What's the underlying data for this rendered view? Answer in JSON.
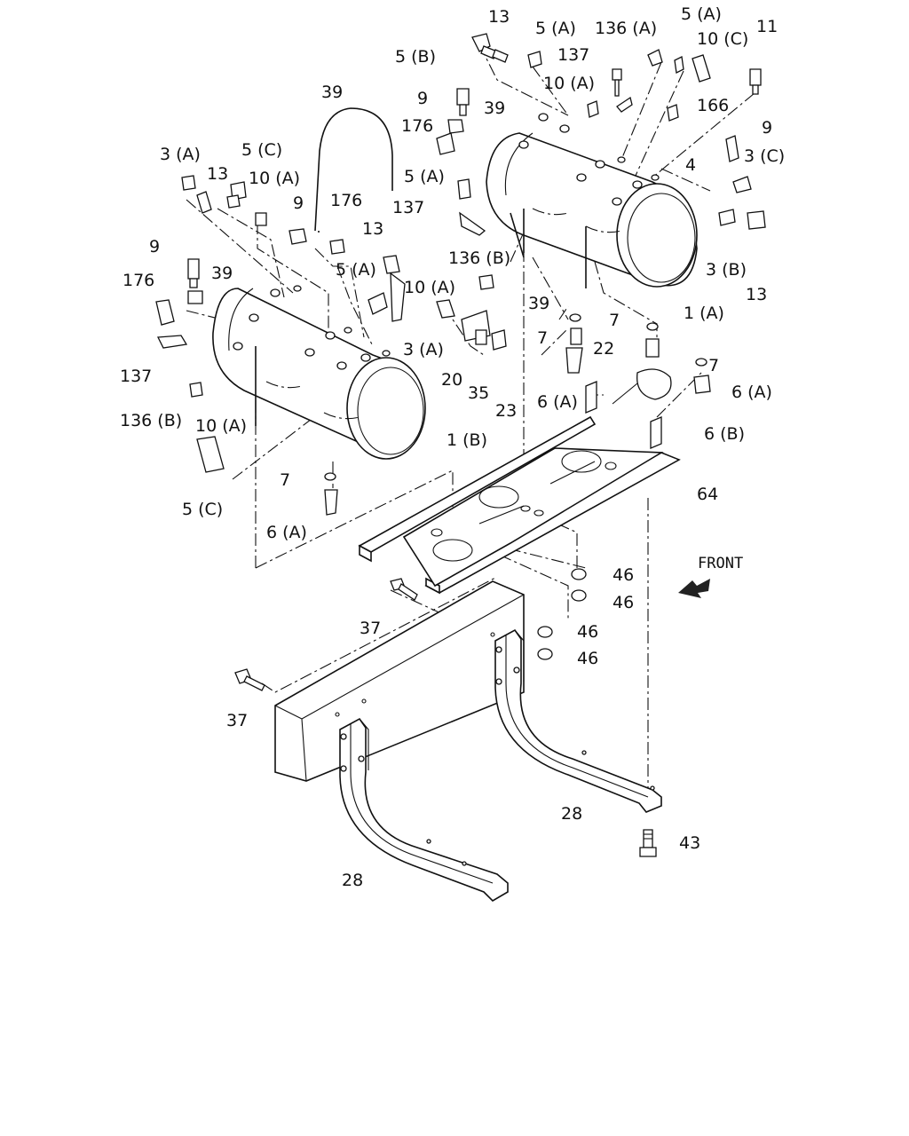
{
  "diagram": {
    "callouts": [
      "13",
      "5 (A)",
      "136 (A)",
      "5 (A)",
      "11",
      "5 (B)",
      "137",
      "10 (C)",
      "10 (A)",
      "39",
      "9",
      "39",
      "176",
      "166",
      "9",
      "5 (A)",
      "4",
      "3 (C)",
      "3 (A)",
      "5 (C)",
      "13",
      "10 (A)",
      "137",
      "9",
      "176",
      "13",
      "136 (B)",
      "3 (B)",
      "13",
      "9",
      "39",
      "176",
      "5 (A)",
      "10 (A)",
      "39",
      "1 (A)",
      "137",
      "3 (A)",
      "7",
      "7",
      "7",
      "22",
      "136 (B)",
      "10 (A)",
      "20",
      "35",
      "23",
      "6 (A)",
      "6 (A)",
      "6 (B)",
      "1 (B)",
      "64",
      "7",
      "5 (C)",
      "6 (A)",
      "46",
      "46",
      "46",
      "46",
      "37",
      "37",
      "28",
      "28",
      "43"
    ],
    "front_label": "FRONT"
  }
}
